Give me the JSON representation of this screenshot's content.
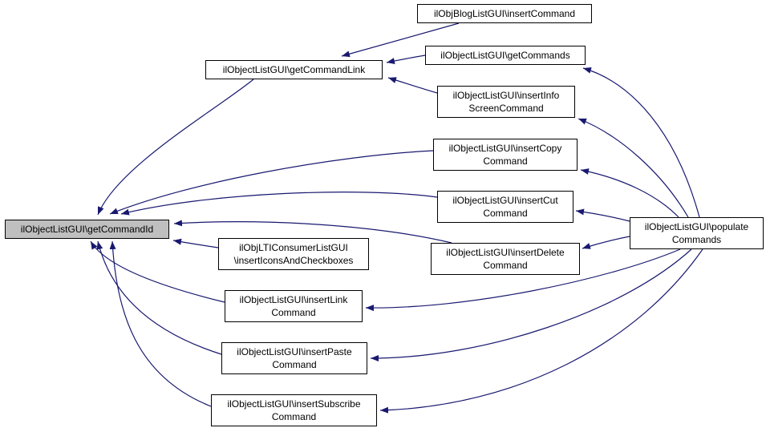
{
  "graph": {
    "type": "caller-graph",
    "focus_node": "getCommandId"
  },
  "colors": {
    "edge": "#191970",
    "nodeFill": "#ffffff",
    "nodeBorder": "#000000",
    "focusFill": "#bfbfbf",
    "pageBg": "#ffffff"
  },
  "nodes": [
    {
      "id": "getCommandId",
      "label": "ilObjectListGUI\\getCommandId"
    },
    {
      "id": "getCommandLink",
      "label": "ilObjectListGUI\\getCommandLink"
    },
    {
      "id": "blogInsertCommand",
      "label": "ilObjBlogListGUI\\insertCommand"
    },
    {
      "id": "getCommands",
      "label": "ilObjectListGUI\\getCommands"
    },
    {
      "id": "insertInfoScreenCommand",
      "label": "ilObjectListGUI\\insertInfo\nScreenCommand"
    },
    {
      "id": "insertCopyCommand",
      "label": "ilObjectListGUI\\insertCopy\nCommand"
    },
    {
      "id": "insertCutCommand",
      "label": "ilObjectListGUI\\insertCut\nCommand"
    },
    {
      "id": "insertDeleteCommand",
      "label": "ilObjectListGUI\\insertDelete\nCommand"
    },
    {
      "id": "populateCommands",
      "label": "ilObjectListGUI\\populate\nCommands"
    },
    {
      "id": "ltiInsertIconsAndCheckboxes",
      "label": "ilObjLTIConsumerListGUI\n\\insertIconsAndCheckboxes"
    },
    {
      "id": "insertLinkCommand",
      "label": "ilObjectListGUI\\insertLink\nCommand"
    },
    {
      "id": "insertPasteCommand",
      "label": "ilObjectListGUI\\insertPaste\nCommand"
    },
    {
      "id": "insertSubscribeCommand",
      "label": "ilObjectListGUI\\insertSubscribe\nCommand"
    }
  ],
  "edges": [
    {
      "from": "blogInsertCommand",
      "to": "getCommandLink"
    },
    {
      "from": "getCommands",
      "to": "getCommandLink"
    },
    {
      "from": "insertInfoScreenCommand",
      "to": "getCommandLink"
    },
    {
      "from": "getCommandLink",
      "to": "getCommandId"
    },
    {
      "from": "insertCopyCommand",
      "to": "getCommandId"
    },
    {
      "from": "insertCutCommand",
      "to": "getCommandId"
    },
    {
      "from": "insertDeleteCommand",
      "to": "getCommandId"
    },
    {
      "from": "ltiInsertIconsAndCheckboxes",
      "to": "getCommandId"
    },
    {
      "from": "insertLinkCommand",
      "to": "getCommandId"
    },
    {
      "from": "insertPasteCommand",
      "to": "getCommandId"
    },
    {
      "from": "insertSubscribeCommand",
      "to": "getCommandId"
    },
    {
      "from": "populateCommands",
      "to": "getCommands"
    },
    {
      "from": "populateCommands",
      "to": "insertInfoScreenCommand"
    },
    {
      "from": "populateCommands",
      "to": "insertCopyCommand"
    },
    {
      "from": "populateCommands",
      "to": "insertCutCommand"
    },
    {
      "from": "populateCommands",
      "to": "insertDeleteCommand"
    },
    {
      "from": "populateCommands",
      "to": "insertLinkCommand"
    },
    {
      "from": "populateCommands",
      "to": "insertPasteCommand"
    },
    {
      "from": "populateCommands",
      "to": "insertSubscribeCommand"
    }
  ]
}
